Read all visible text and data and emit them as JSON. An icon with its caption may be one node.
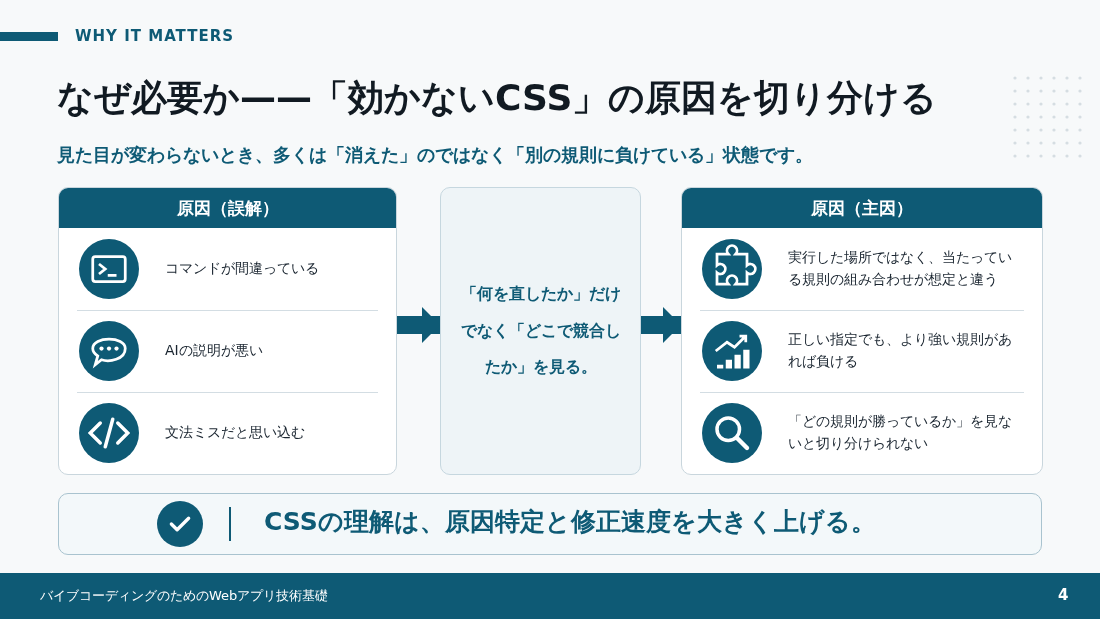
{
  "diagram": {
    "title": "なぜ必要か——「効かないCSS」の原因を切り分ける",
    "nodes": [
      {
        "text": [
          "原因（誤解）"
        ]
      },
      {
        "text": [
          "コマンドが間違っている"
        ],
        "in": 0
      },
      {
        "text": [
          "AIの説明が悪い"
        ],
        "in": 0
      },
      {
        "text": [
          "文法ミスだと思い込む"
        ],
        "in": 0
      },
      {
        "text": [
          "「何を直したか」だけでなく「どこで競合したか」を見る。"
        ]
      },
      {
        "text": [
          "原因（主因）"
        ]
      },
      {
        "text": [
          "実行した場所ではなく、当たっている規則の組み合わせが想定と違う"
        ],
        "in": 5
      },
      {
        "text": [
          "正しい指定でも、より強い規則があれば負ける"
        ],
        "in": 5
      },
      {
        "text": [
          "「どの規則が勝っているか」を見ないと切り分けられない"
        ],
        "in": 5
      },
      {
        "text": [
          "CSSの理解は、原因特定と修正速度を大きく上げる。"
        ]
      }
    ],
    "edges": [
      {
        "from": 0,
        "to": 4,
        "arrow": "to"
      },
      {
        "from": 4,
        "to": 5,
        "arrow": "to"
      }
    ],
    "labels": [
      "WHY IT MATTERS",
      "見た目が変わらないとき、多くは「消えた」のではなく「別の規則に負けている」状態です。",
      "バイブコーディングのためのWebアプリ技術基礎",
      "4"
    ]
  }
}
